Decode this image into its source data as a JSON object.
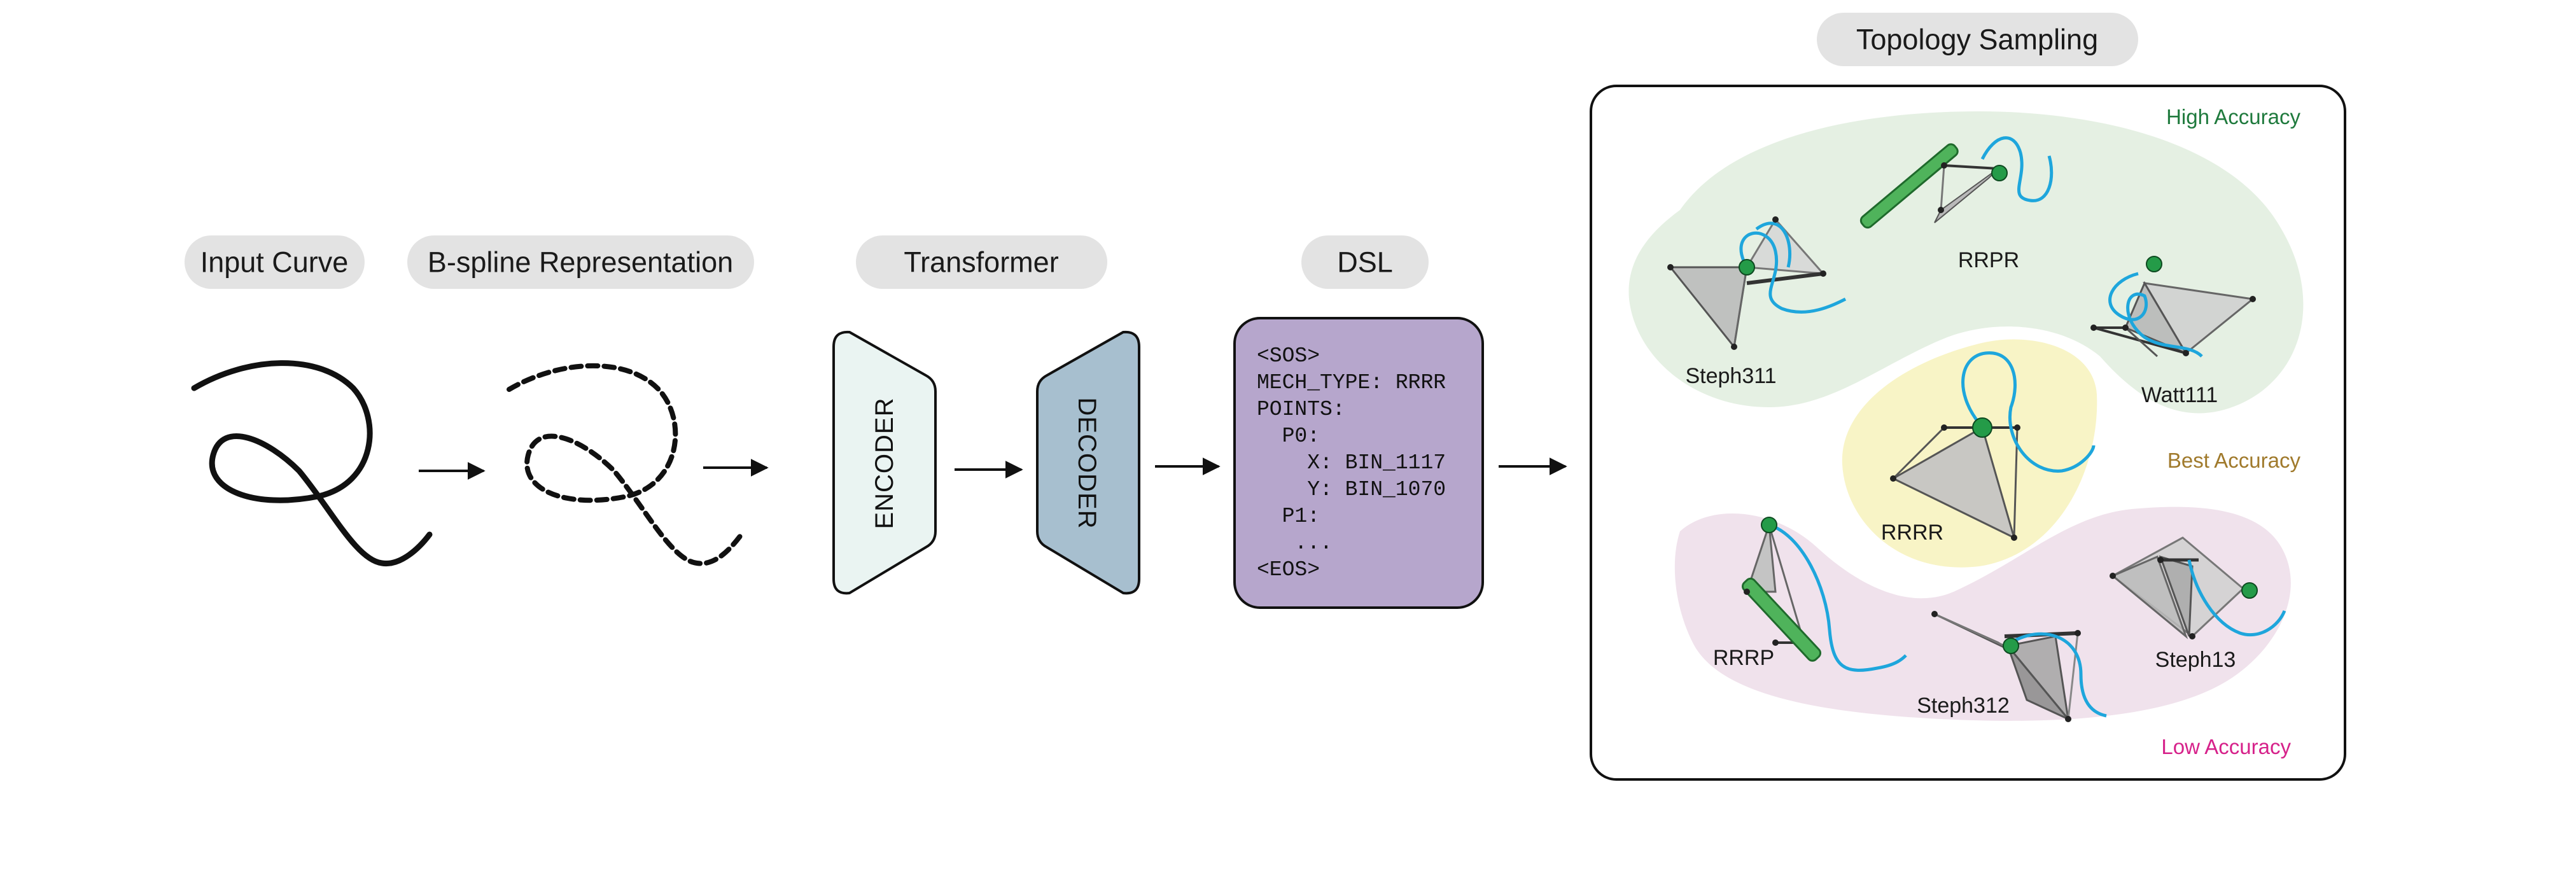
{
  "stages": {
    "input_curve": "Input Curve",
    "bspline": "B-spline Representation",
    "transformer": "Transformer",
    "dsl": "DSL",
    "topology": "Topology Sampling"
  },
  "blocks": {
    "encoder": "ENCODER",
    "decoder": "DECODER"
  },
  "dsl_lines": [
    "<SOS>",
    "MECH_TYPE: RRRR",
    "POINTS:",
    "  P0:",
    "    X: BIN_1117",
    "    Y: BIN_1070",
    "  P1:",
    "   ...",
    "<EOS>"
  ],
  "regions": {
    "high": "High Accuracy",
    "best": "Best Accuracy",
    "low": "Low Accuracy"
  },
  "mechanisms": {
    "steph311": "Steph311",
    "rrpr": "RRPR",
    "watt111": "Watt111",
    "rrrr": "RRRR",
    "rrrp": "RRRP",
    "steph312": "Steph312",
    "steph13": "Steph13"
  },
  "colors": {
    "pill": "#e3e3e3",
    "encoder_fill": "#eaf4f2",
    "decoder_fill": "#a7bfcf",
    "dsl_fill": "#b6a6cc",
    "high_region": "#e5f0e3",
    "best_region": "#f8f4c6",
    "low_region": "#f0e2ec",
    "high_label": "#1f7a3d",
    "best_label": "#a07a2c",
    "low_label": "#d6218a",
    "curve_blue": "#1ea6dc",
    "joint_green": "#249b48"
  }
}
